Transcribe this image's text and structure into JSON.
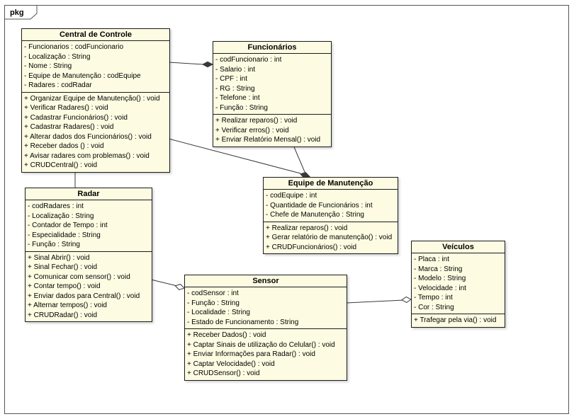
{
  "frame": {
    "tab_label": "pkg"
  },
  "colors": {
    "canvas_bg": "#FFFFFF",
    "class_fill": "#FDFCE2",
    "class_border": "#1A1A1A",
    "frame_border": "#555555",
    "edge_color": "#3A3A3A"
  },
  "classes": [
    {
      "name": "Central de Controle",
      "attributes": [
        "- Funcionarios : codFuncionario",
        "- Localização : String",
        "- Nome : String",
        "- Equipe de Manutenção : codEquipe",
        "- Radares : codRadar"
      ],
      "methods": [
        "+ Organizar Equipe de Manutenção() : void",
        "+ Verificar Radares() : void",
        "+ Cadastrar Funcionários() : void",
        "+ Cadastrar Radares() : void",
        "+ Alterar dados dos Funcionários() : void",
        "+ Receber dados () : void",
        "+ Avisar radares com problemas() : void",
        "+ CRUDCentral() : void"
      ]
    },
    {
      "name": "Funcionários",
      "attributes": [
        "- codFuncionario : int",
        "- Salario : int",
        "- CPF : int",
        "- RG : String",
        "- Telefone : int",
        "- Função : String"
      ],
      "methods": [
        "+ Realizar reparos() : void",
        "+ Verificar erros() : void",
        "+ Enviar Relatório Mensal() : void"
      ]
    },
    {
      "name": "Equipe de Manutenção",
      "attributes": [
        "- codEquipe : int",
        "- Quantidade de Funcionários : int",
        "- Chefe de Manutenção : String"
      ],
      "methods": [
        "+ Realizar reparos() : void",
        "+ Gerar relatório de manutenção() : void",
        "+ CRUDFuncionários() : void"
      ]
    },
    {
      "name": "Radar",
      "attributes": [
        "- codRadares : int",
        "- Localização : String",
        "- Contador de Tempo : int",
        "- Especialidade : String",
        "- Função : String"
      ],
      "methods": [
        "+ Sinal Abrir() : void",
        "+ Sinal Fechar() : void",
        "+ Comunicar com sensor() : void",
        "+ Contar tempo() : void",
        "+ Enviar dados para Central() : void",
        "+ Alternar tempos() : void",
        "+ CRUDRadar() : void"
      ]
    },
    {
      "name": "Sensor",
      "attributes": [
        "- codSensor : int",
        "- Função : String",
        "- Localidade : String",
        "- Estado de Funcionamento : String"
      ],
      "methods": [
        "+ Receber Dados() : void",
        "+ Captar Sinais de utilização do Celular() : void",
        "+ Enviar Informações para Radar() : void",
        "+ Captar Velocidade() : void",
        "+ CRUDSensor() : void"
      ]
    },
    {
      "name": "Veículos",
      "attributes": [
        "- Placa : int",
        "- Marca : String",
        "- Modelo : String",
        "- Velocidade : int",
        "- Tempo : int",
        "- Cor : String"
      ],
      "methods": [
        "+ Trafegar pela via() : void"
      ]
    }
  ]
}
